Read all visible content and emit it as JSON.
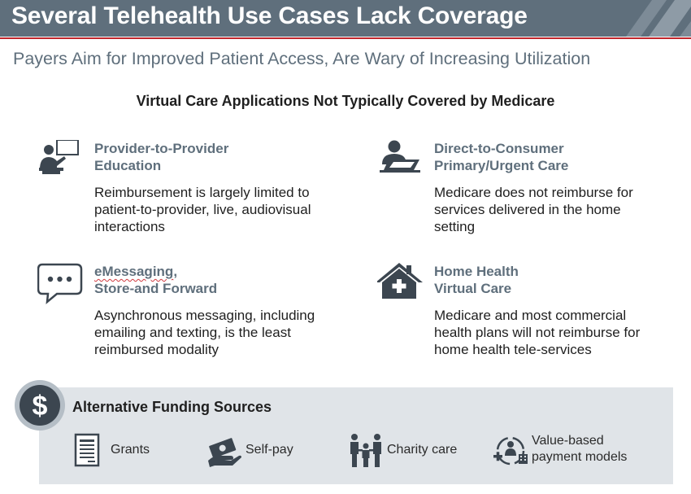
{
  "header": {
    "title": "Several Telehealth Use Cases Lack Coverage",
    "subtitle": "Payers Aim for Improved Patient Access, Are Wary of Increasing Utilization"
  },
  "section": {
    "heading": "Virtual Care Applications Not Typically Covered by Medicare"
  },
  "use_cases": [
    {
      "icon": "presenter-icon",
      "head_line1": "Provider-to-Provider",
      "head_line2": "Education",
      "body": "Reimbursement is largely limited to patient-to-provider, live, audiovisual interactions"
    },
    {
      "icon": "person-laptop-icon",
      "head_line1": "Direct-to-Consumer",
      "head_line2": "Primary/Urgent Care",
      "body": "Medicare does not reimburse for services delivered in the home setting"
    },
    {
      "icon": "chat-bubble-icon",
      "head_line1a": "eMessaging",
      "head_line1b": ",",
      "head_line2": "Store-and Forward",
      "body": "Asynchronous messaging, including emailing and texting, is the least reimbursed modality"
    },
    {
      "icon": "house-medical-icon",
      "head_line1": "Home Health",
      "head_line2": "Virtual Care",
      "body": "Medicare and most commercial health plans will not reimburse for home health tele-services"
    }
  ],
  "funding": {
    "heading": "Alternative Funding Sources",
    "badge_icon": "dollar-icon",
    "items": [
      {
        "icon": "document-icon",
        "label": "Grants"
      },
      {
        "icon": "hand-cash-icon",
        "label": "Self-pay"
      },
      {
        "icon": "family-icon",
        "label": "Charity care"
      },
      {
        "icon": "value-based-icon",
        "label_line1": "Value-based",
        "label_line2": "payment models"
      }
    ]
  },
  "colors": {
    "title_bar": "#5f6f7c",
    "accent_rule": "#c1272d",
    "icon": "#3c4650",
    "panel": "#e0e4e8"
  }
}
